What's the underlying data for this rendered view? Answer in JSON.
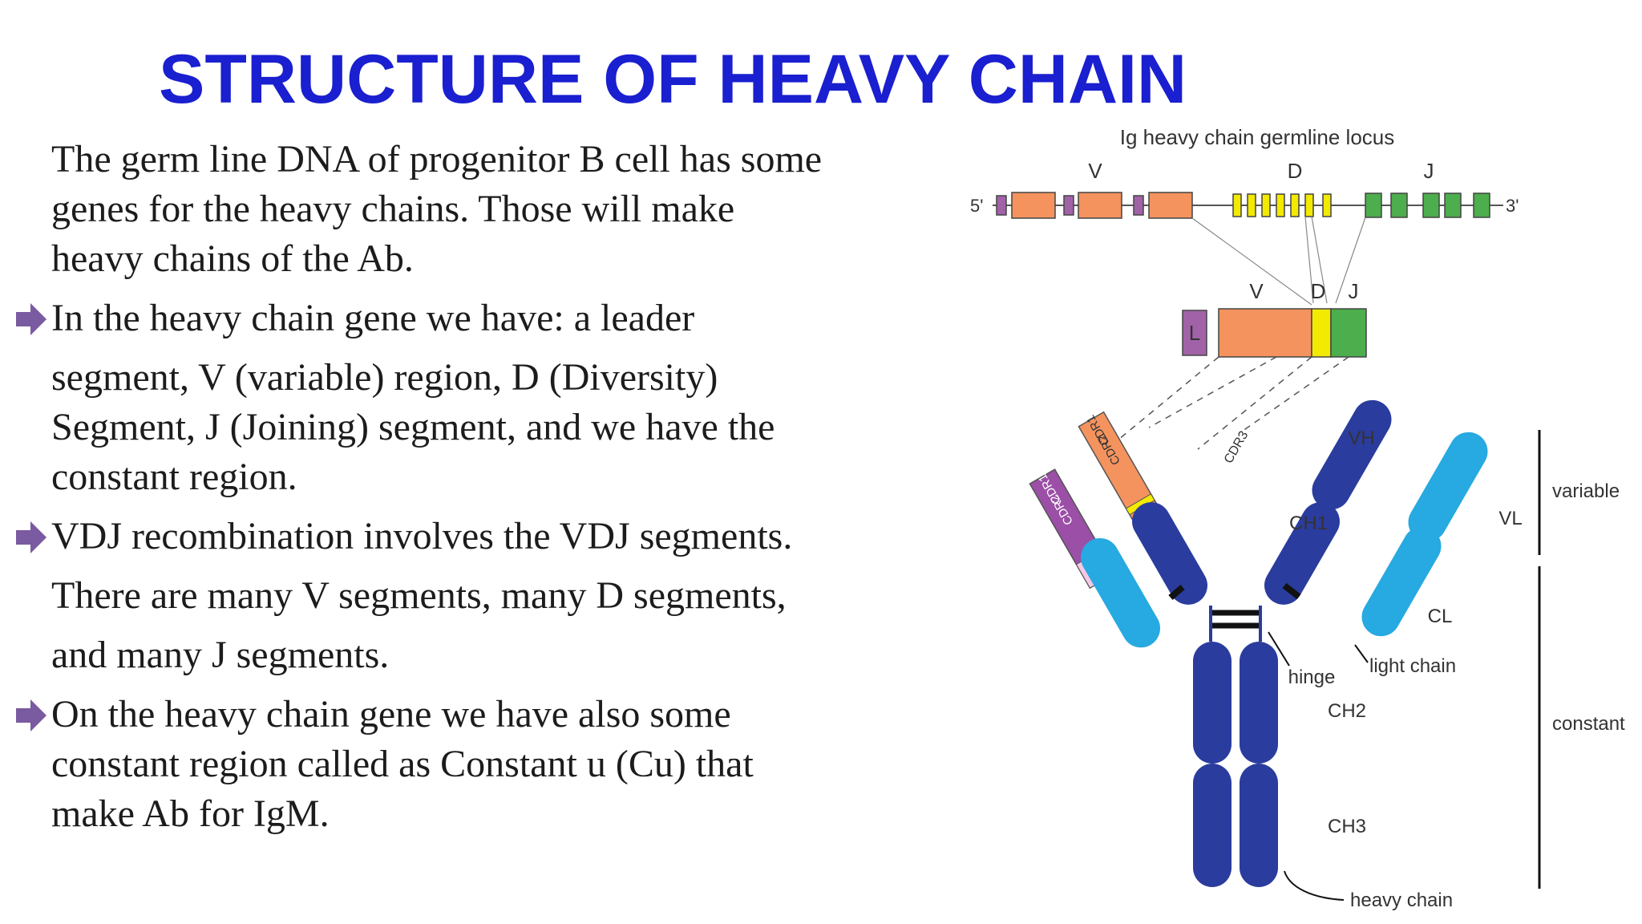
{
  "title": "STRUCTURE OF HEAVY CHAIN",
  "paragraphs": [
    {
      "bullet": false,
      "lines": [
        "The germ line DNA of progenitor B cell has some",
        "genes for the heavy chains. Those will make",
        "heavy chains of the Ab."
      ]
    },
    {
      "bullet": true,
      "lines": [
        "In the heavy chain gene we have: a leader",
        "segment, V (variable) region, D (Diversity)",
        "Segment, J (Joining) segment, and we have the",
        "constant region."
      ]
    },
    {
      "bullet": true,
      "lines": [
        "VDJ recombination involves the VDJ segments.",
        "There are many V segments, many D segments,",
        "and many J segments."
      ]
    },
    {
      "bullet": true,
      "lines": [
        "On the heavy chain gene we have also some",
        "constant region called as Constant u (Cu) that",
        "make Ab for IgM."
      ]
    }
  ],
  "diagram": {
    "locus_title": "Ig heavy chain germline locus",
    "label_v": "V",
    "label_d": "D",
    "label_j": "J",
    "label_5": "5'",
    "label_3": "3'",
    "label_l": "L",
    "label_cdr1": "CDR1",
    "label_cdr2": "CDR2",
    "label_cdr3": "CDR3",
    "label_vh": "VH",
    "label_vl": "VL",
    "label_ch1": "CH1",
    "label_cl": "CL",
    "label_hinge": "hinge",
    "label_light_chain": "light chain",
    "label_ch2": "CH2",
    "label_ch3": "CH3",
    "label_heavy_chain": "heavy chain",
    "label_variable": "variable",
    "label_constant": "constant",
    "colors": {
      "title": "#1a1fd0",
      "bullet": "#7a5aa0",
      "leader": "#a262a8",
      "v_segment": "#f4935e",
      "d_segment": "#f2ea00",
      "j_segment": "#4cae4c",
      "heavy_chain": "#2a3c9e",
      "light_chain": "#27a9e1"
    }
  }
}
